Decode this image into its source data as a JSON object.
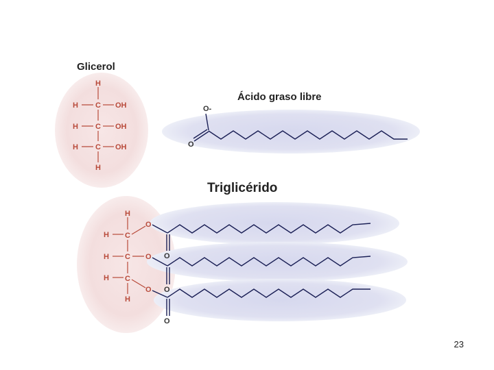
{
  "titles": {
    "glycerol": "Glicerol",
    "fatty_acid": "Ácido graso libre",
    "triglyceride": "Triglicérido"
  },
  "atoms": {
    "H": "H",
    "C": "C",
    "O": "O",
    "OH": "OH",
    "O_minus": "O-"
  },
  "page_number": "23",
  "colors": {
    "glycerol_bubble": "#f5e3e3",
    "chain_bubble": "#dfe0f0",
    "atom_red": "#b84a3a",
    "bond": "#1a1f55"
  }
}
